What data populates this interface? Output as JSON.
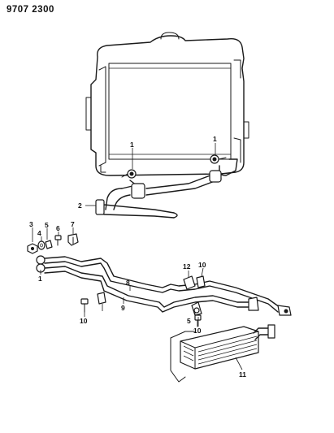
{
  "document": {
    "code": "9707 2300"
  },
  "callouts": {
    "c1_left": "1",
    "c1_right": "1",
    "c1_lower": "1",
    "c2": "2",
    "c3": "3",
    "c4": "4",
    "c5_top": "5",
    "c5_bottom": "5",
    "c6": "6",
    "c7": "7",
    "c8": "8",
    "c9": "9",
    "c10_top": "10",
    "c10_left": "10",
    "c10_bottom": "10",
    "c11": "11",
    "c12": "12"
  }
}
